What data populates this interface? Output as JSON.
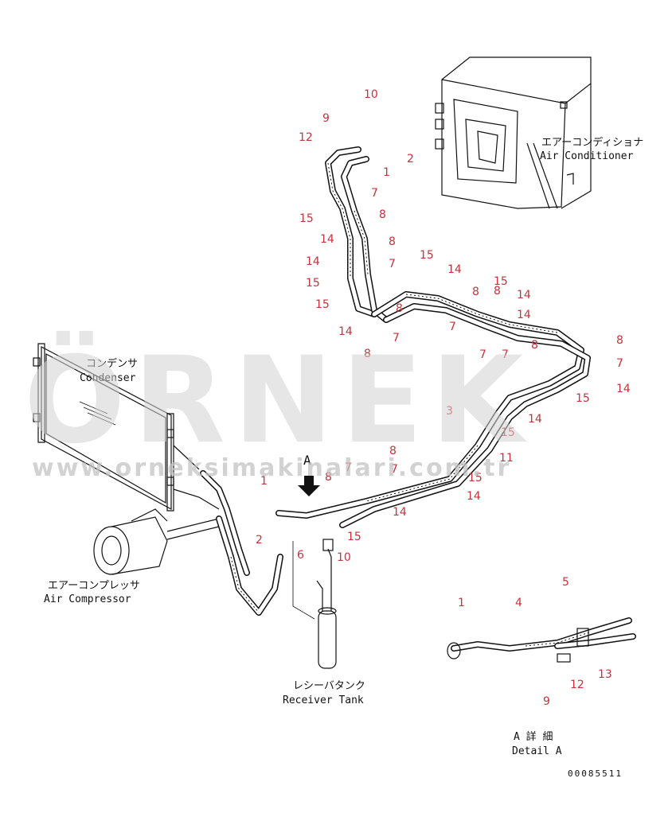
{
  "watermark": {
    "brand": "ÖRNEK",
    "url": "www.orneksimakinalari.com.tr"
  },
  "components": {
    "air_conditioner": {
      "jp": "エアーコンディショナ",
      "en": "Air Conditioner"
    },
    "condenser": {
      "jp": "コンデンサ",
      "en": "Condenser"
    },
    "air_compressor": {
      "jp": "エアーコンプレッサ",
      "en": "Air Compressor"
    },
    "receiver_tank": {
      "jp": "レシーバタンク",
      "en": "Receiver Tank"
    }
  },
  "view_arrow": {
    "label": "A"
  },
  "detail": {
    "jp": "A 詳 細",
    "en": "Detail A"
  },
  "drawing_number": "00085511",
  "callouts": [
    "10",
    "9",
    "12",
    "2",
    "1",
    "7",
    "8",
    "15",
    "14",
    "8",
    "14",
    "7",
    "15",
    "15",
    "14",
    "8",
    "15",
    "14",
    "8",
    "7",
    "14",
    "8",
    "7",
    "8",
    "7",
    "7",
    "15",
    "14",
    "8",
    "7",
    "8",
    "14",
    "15",
    "3",
    "14",
    "15",
    "11",
    "8",
    "7",
    "15",
    "8",
    "14",
    "1",
    "7",
    "14",
    "2",
    "6",
    "15",
    "10",
    "1",
    "4",
    "5",
    "12",
    "13",
    "9"
  ]
}
